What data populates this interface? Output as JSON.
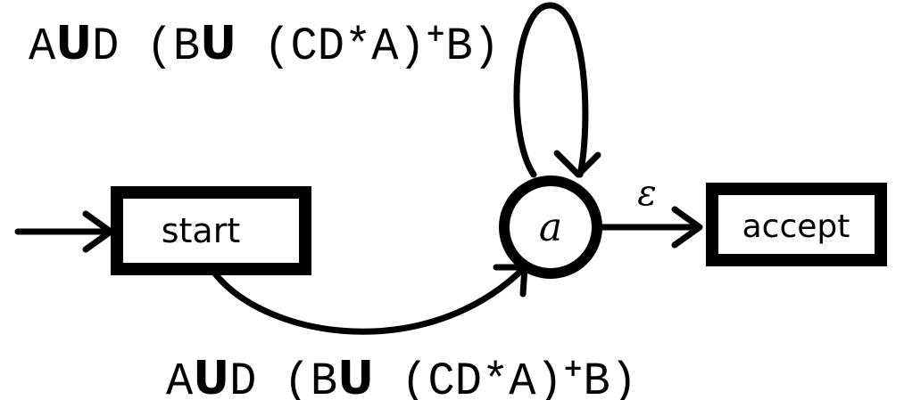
{
  "nodes": {
    "start": {
      "label": "start"
    },
    "accept": {
      "label": "accept"
    },
    "state_a": {
      "label": "a"
    }
  },
  "edges": {
    "self_loop": {
      "label_a": "A",
      "label_union1": "U",
      "label_d": "D (B",
      "label_union2": "U",
      "label_cd": " (CD*A)",
      "label_plus": "+",
      "label_b": "B)"
    },
    "start_to_a": {
      "label_a": "A",
      "label_union1": "U",
      "label_d": "D (B",
      "label_union2": "U",
      "label_cd": " (CD*A)",
      "label_plus": "+",
      "label_b": "B)"
    },
    "a_to_accept": {
      "label": "ε"
    }
  }
}
